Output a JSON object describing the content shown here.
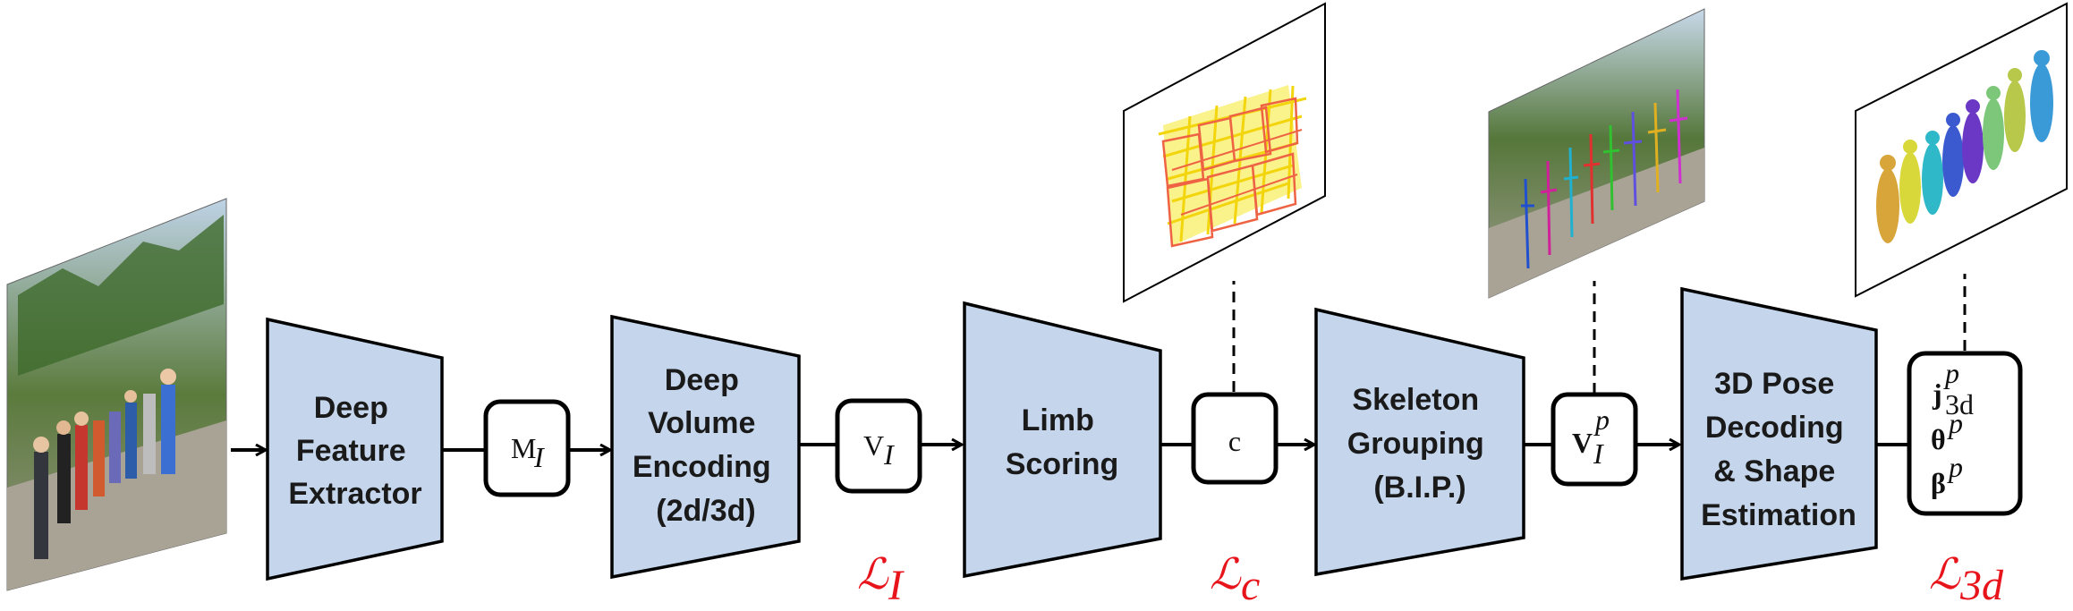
{
  "blocks": {
    "feature_extractor": [
      "Deep",
      "Feature",
      "Extractor"
    ],
    "volume_encoding": [
      "Deep",
      "Volume",
      "Encoding",
      "(2d/3d)"
    ],
    "limb_scoring": [
      "Limb",
      "Scoring"
    ],
    "skeleton_grouping": [
      "Skeleton",
      "Grouping",
      "(B.I.P.)"
    ],
    "pose_decoding": [
      "3D Pose",
      "Decoding",
      "& Shape",
      "Estimation"
    ]
  },
  "variables": {
    "m_i": {
      "base": "M",
      "sub": "I"
    },
    "v_i": {
      "base": "V",
      "sub": "I"
    },
    "c": "c",
    "v_i_p": {
      "base": "V",
      "sub": "I",
      "sup": "p"
    },
    "outputs": {
      "j": {
        "base": "j",
        "sub": "3d",
        "sup": "p"
      },
      "theta": {
        "base": "θ",
        "sup": "p"
      },
      "beta": {
        "base": "β",
        "sup": "p"
      }
    }
  },
  "losses": {
    "l_i": {
      "symbol": "ℒ",
      "sub": "I"
    },
    "l_c": {
      "symbol": "ℒ",
      "sub": "c"
    },
    "l_3d": {
      "symbol": "ℒ",
      "sub": "3d"
    }
  },
  "colors": {
    "block_fill": "#c5d6ec",
    "stroke": "#000000",
    "loss": "#e8141b",
    "limb_lines": "#f2d300",
    "limb_boxes": "#ee5b3a"
  },
  "images": [
    "input-photo",
    "limb-score-map",
    "grouped-skeletons-photo",
    "body-meshes"
  ]
}
